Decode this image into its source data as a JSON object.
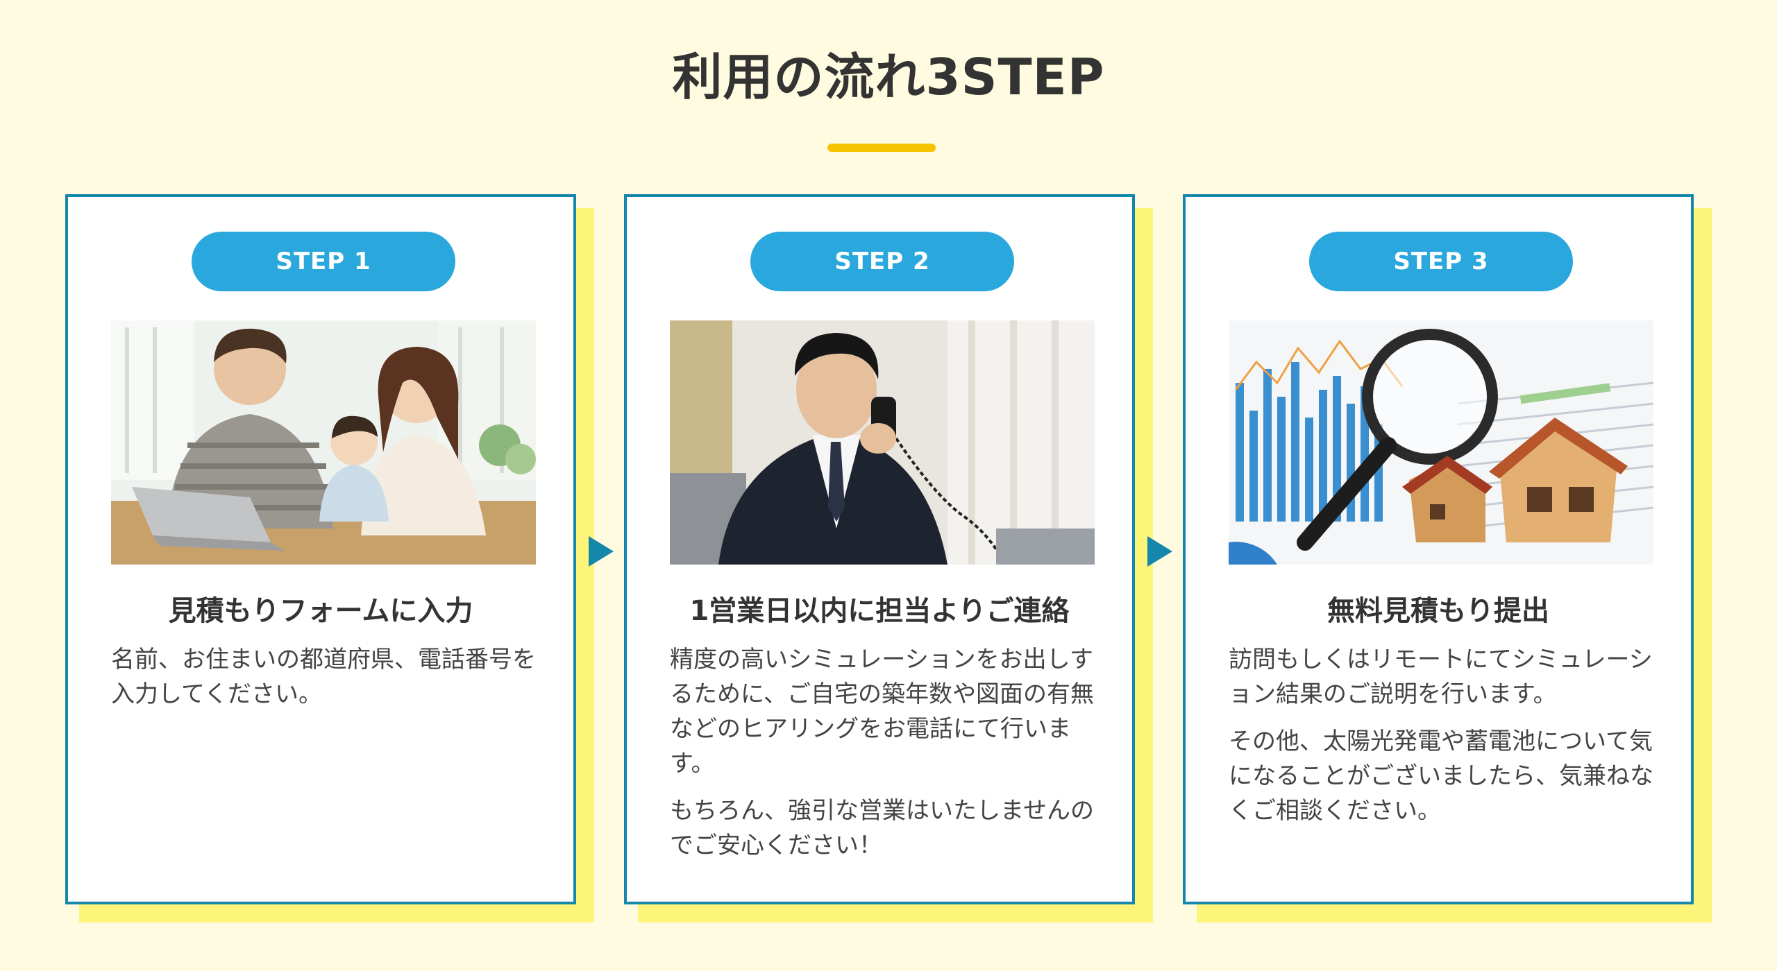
{
  "section": {
    "title": "利用の流れ3STEP"
  },
  "steps": [
    {
      "badge": "STEP 1",
      "photo_icon": "family-laptop-photo",
      "title": "見積もりフォームに入力",
      "paragraphs": [
        "名前、お住まいの都道府県、電話番号を入力してください。"
      ]
    },
    {
      "badge": "STEP 2",
      "photo_icon": "businessman-phone-photo",
      "title": "1営業日以内に担当よりご連絡",
      "paragraphs": [
        "精度の高いシミュレーションをお出しするために、ご自宅の築年数や図面の有無などのヒアリングをお電話にて行います。",
        "もちろん、強引な営業はいたしませんのでご安心ください！"
      ]
    },
    {
      "badge": "STEP 3",
      "photo_icon": "magnifier-house-chart-photo",
      "title": "無料見積もり提出",
      "paragraphs": [
        "訪問もしくはリモートにてシミュレーション結果のご説明を行います。",
        "その他、太陽光発電や蓄電池について気になることがございましたら、気兼ねなくご相談ください。"
      ]
    }
  ],
  "colors": {
    "background": "#fefbe0",
    "card_border": "#1487aa",
    "badge": "#2aa7dc",
    "accent_line": "#f7c300",
    "card_shadow": "#fdf47a"
  }
}
